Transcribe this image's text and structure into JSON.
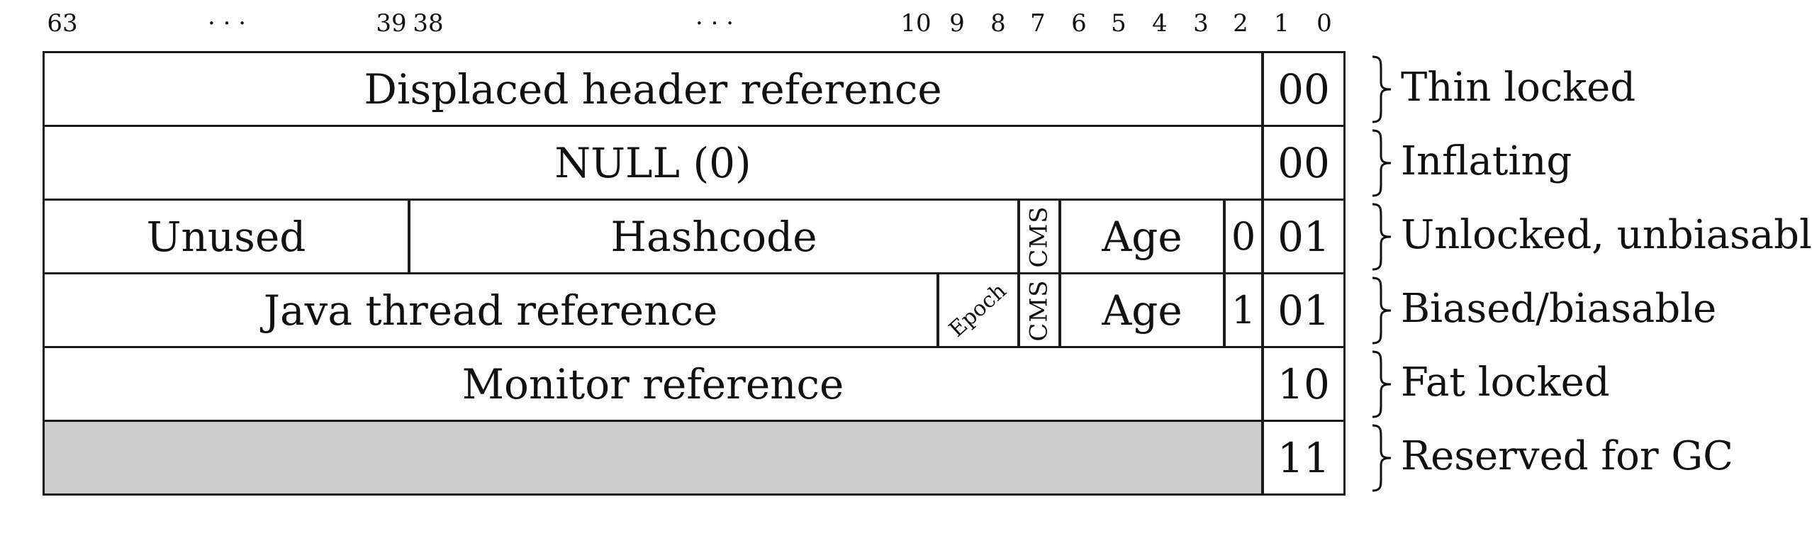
{
  "bit_positions": [
    "63",
    "· · ·",
    "39",
    "38",
    "· · ·",
    "10",
    "9",
    "8",
    "7",
    "6",
    "5",
    "4",
    "3",
    "2",
    "1",
    "0"
  ],
  "rows": [
    {
      "state": "Thin locked",
      "fields": [
        {
          "label": "Displaced header reference"
        },
        {
          "label": "00"
        }
      ]
    },
    {
      "state": "Inflating",
      "fields": [
        {
          "label": "NULL (0)"
        },
        {
          "label": "00"
        }
      ]
    },
    {
      "state": "Unlocked, unbiasable",
      "fields": [
        {
          "label": "Unused"
        },
        {
          "label": "Hashcode"
        },
        {
          "label": "CMS"
        },
        {
          "label": "Age"
        },
        {
          "label": "0"
        },
        {
          "label": "01"
        }
      ]
    },
    {
      "state": "Biased/biasable",
      "fields": [
        {
          "label": "Java thread reference"
        },
        {
          "label": "Epoch"
        },
        {
          "label": "CMS"
        },
        {
          "label": "Age"
        },
        {
          "label": "1"
        },
        {
          "label": "01"
        }
      ]
    },
    {
      "state": "Fat locked",
      "fields": [
        {
          "label": "Monitor reference"
        },
        {
          "label": "10"
        }
      ]
    },
    {
      "state": "Reserved for GC",
      "fields": [
        {
          "label": ""
        },
        {
          "label": "11"
        }
      ]
    }
  ],
  "colors": {
    "reserved_fill": "#cccccc",
    "border": "#1a1a1a"
  }
}
